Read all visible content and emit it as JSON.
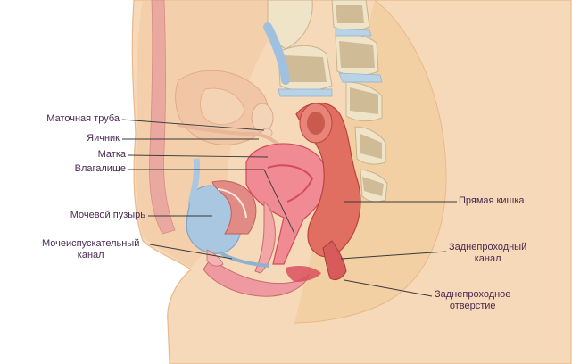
{
  "labels": {
    "fallopian_tube": "Маточная труба",
    "ovary": "Яичник",
    "uterus": "Матка",
    "vagina": "Влагалище",
    "bladder": "Мочевой пузырь",
    "urethra_line1": "Мочеиспускательный",
    "urethra_line2": "канал",
    "rectum": "Прямая кишка",
    "anal_canal_line1": "Заднепроходный",
    "anal_canal_line2": "канал",
    "anus_line1": "Заднепроходное",
    "anus_line2": "отверстие"
  },
  "colors": {
    "skin": "#f6d9b8",
    "skin_edge": "#e8b98c",
    "fat": "#f3cfa4",
    "bone": "#efe3c8",
    "bone_marrow": "#b59a6e",
    "disc": "#b9d3e6",
    "bladder": "#a9c7e0",
    "uterus": "#f08a93",
    "uterus_dark": "#d24c5c",
    "rectum": "#e06f62",
    "rectum_dark": "#b9443a",
    "muscle": "#d8505d",
    "label_text": "#4a2a52"
  }
}
